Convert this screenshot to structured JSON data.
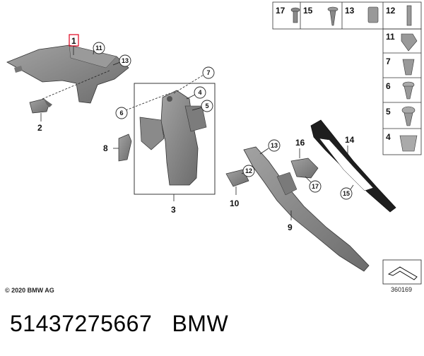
{
  "labels": {
    "p1": "1",
    "p2": "2",
    "p3": "3",
    "p4": "4",
    "p5": "5",
    "p6": "6",
    "p7": "7",
    "p8": "8",
    "p9": "9",
    "p10": "10",
    "p11": "11",
    "p12": "12",
    "p13": "13",
    "p13b": "13",
    "p14": "14",
    "p15": "15",
    "p16": "16",
    "p17": "17"
  },
  "hardware_grid": {
    "top_row": [
      "17",
      "15",
      "13",
      "12"
    ],
    "right_column": [
      "11",
      "7",
      "6",
      "5",
      "4"
    ]
  },
  "copyright": "© 2020 BMW AG",
  "image_number": "360169",
  "caption": "51437275667   BMW",
  "colors": {
    "part_fill": "#8c8c8c",
    "part_dark": "#6f6f6f",
    "outline": "#222222",
    "highlight": "#e0001b"
  }
}
